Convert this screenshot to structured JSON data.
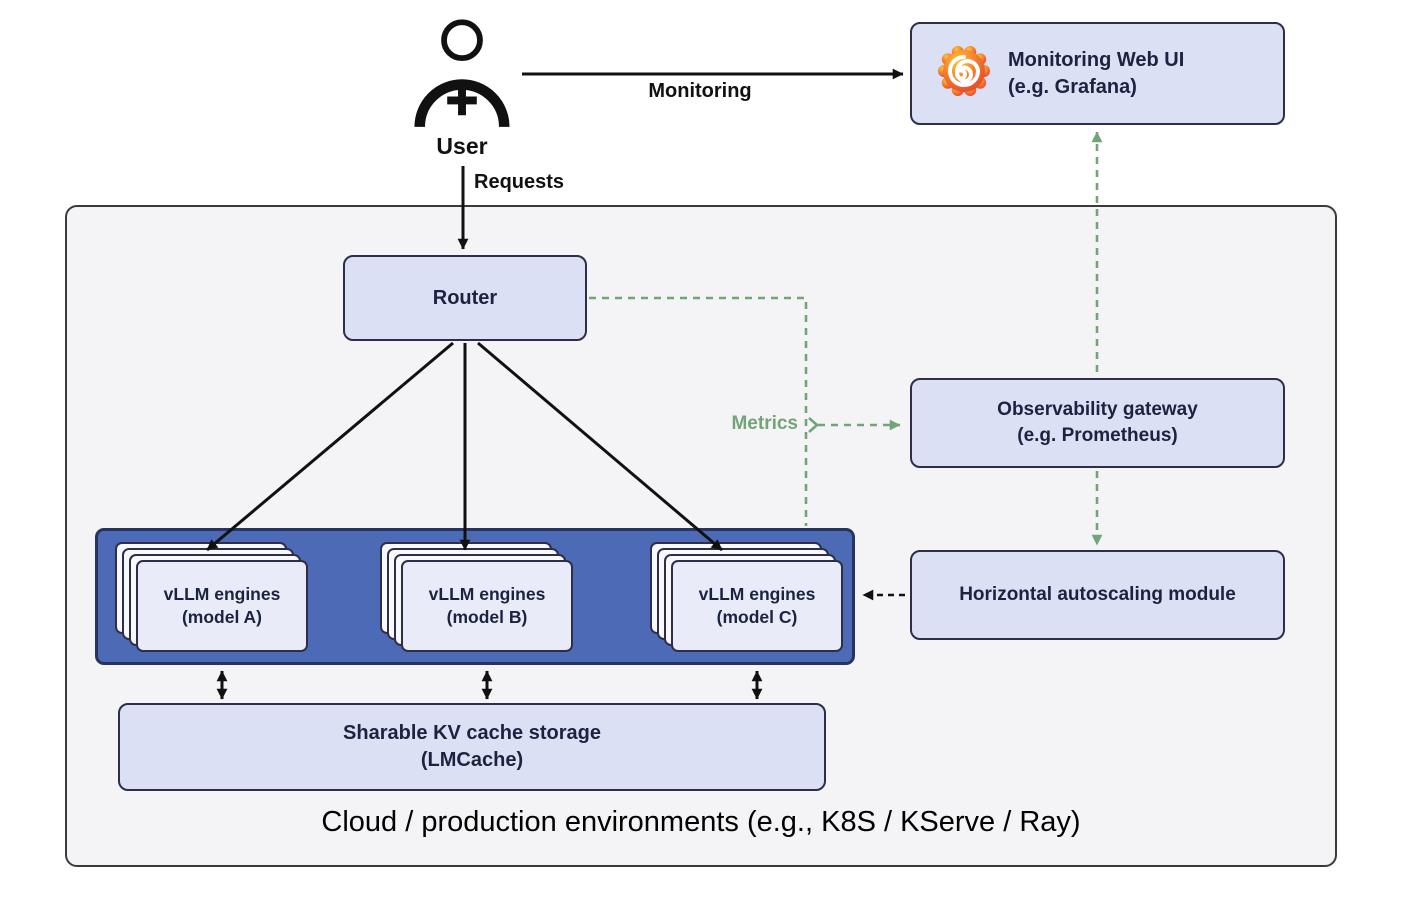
{
  "colors": {
    "node_fill": "#dbe0f4",
    "node_border": "#2e2e48",
    "engine_container_fill": "#4c6ab5",
    "engine_container_border": "#27355e",
    "outer_fill": "#f4f4f6",
    "outer_border": "#3a3a3a",
    "arrow_black": "#111111",
    "metrics_green": "#72a478",
    "label_text": "#1c2340",
    "grafana_orange": "#f2762e"
  },
  "icons": {
    "user": "user-add-icon",
    "monitoring": "grafana-icon"
  },
  "nodes": {
    "user": {
      "label": "User"
    },
    "monitoring_ui": {
      "line1": "Monitoring Web UI",
      "line2": "(e.g. Grafana)"
    },
    "router": {
      "label": "Router"
    },
    "observability_gateway": {
      "line1": "Observability gateway",
      "line2": "(e.g. Prometheus)"
    },
    "autoscaler": {
      "label": "Horizontal autoscaling module"
    },
    "engines": [
      {
        "line1": "vLLM engines",
        "line2": "(model A)"
      },
      {
        "line1": "vLLM engines",
        "line2": "(model B)"
      },
      {
        "line1": "vLLM engines",
        "line2": "(model C)"
      }
    ],
    "kv_cache": {
      "line1": "Sharable KV cache storage",
      "line2": "(LMCache)"
    }
  },
  "edge_labels": {
    "monitoring": "Monitoring",
    "requests": "Requests",
    "metrics": "Metrics"
  },
  "caption": "Cloud / production environments (e.g., K8S / KServe / Ray)"
}
